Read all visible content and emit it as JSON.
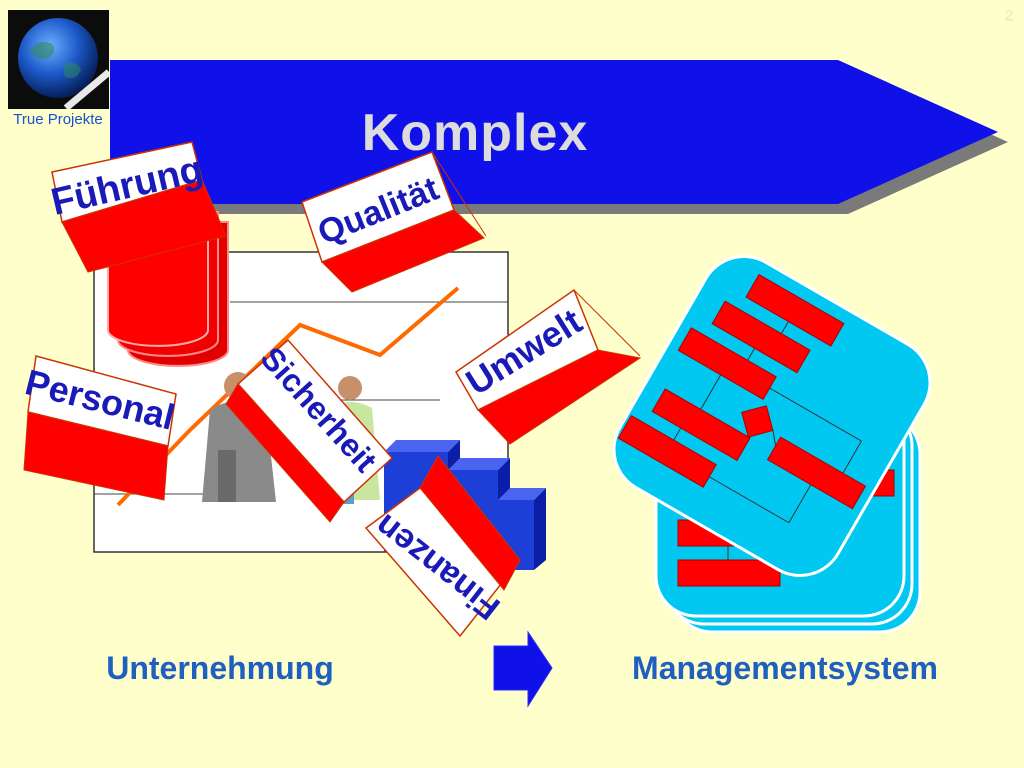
{
  "page": {
    "number": "2",
    "title": "Komplex"
  },
  "logo": {
    "caption": "True Projekte",
    "icon": "globe-icon"
  },
  "labels": {
    "fuehrung": "Führung",
    "qualitaet": "Qualität",
    "personal": "Personal",
    "sicherheit": "Sicherheit",
    "umwelt": "Umwelt",
    "finanzen": "Finanzen"
  },
  "bottom": {
    "left": "Unternehmung",
    "right": "Managementsystem"
  },
  "colors": {
    "background": "#ffffcc",
    "banner": "#1010e8",
    "signs": "#ff0000",
    "label_text": "#1a1ab8",
    "caption_text": "#1f5fbf",
    "system_panel": "#00c8f0"
  }
}
